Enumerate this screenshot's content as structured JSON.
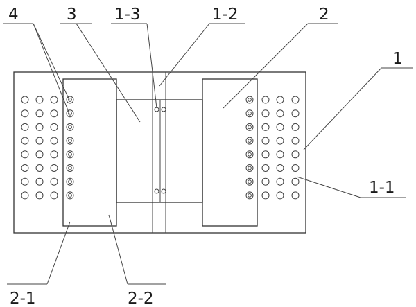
{
  "labels": {
    "l4": "4",
    "l3": "3",
    "l1_3": "1-3",
    "l1_2": "1-2",
    "l2": "2",
    "l1": "1",
    "l1_1": "1-1",
    "l2_1": "2-1",
    "l2_2": "2-2"
  },
  "colors": {
    "line": "#333333",
    "background": "#ffffff",
    "text": "#1a1a1a"
  }
}
